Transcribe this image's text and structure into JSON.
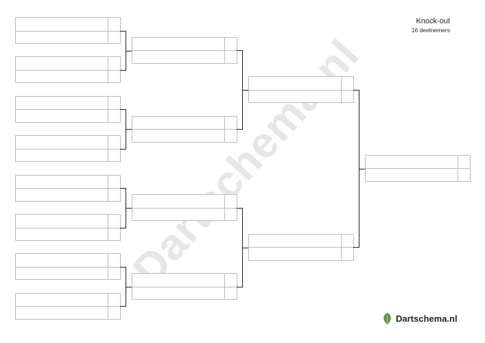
{
  "header": {
    "title": "Knock-out",
    "subtitle": "16 deelnemers"
  },
  "watermark": {
    "text": "Dartschema.nl"
  },
  "brand": {
    "name": "Dartschema.nl",
    "leaf_icon": "leaf-icon",
    "leaf_color": "#6b8f4e"
  },
  "colors": {
    "box_border": "#b9b9b9",
    "connector": "#1a1a1a",
    "watermark": "#e6e6e6"
  },
  "bracket": {
    "rounds": [
      {
        "matches": [
          {
            "player1": "",
            "player2": ""
          },
          {
            "player1": "",
            "player2": ""
          },
          {
            "player1": "",
            "player2": ""
          },
          {
            "player1": "",
            "player2": ""
          },
          {
            "player1": "",
            "player2": ""
          },
          {
            "player1": "",
            "player2": ""
          },
          {
            "player1": "",
            "player2": ""
          },
          {
            "player1": "",
            "player2": ""
          }
        ]
      },
      {
        "matches": [
          {
            "player1": "",
            "player2": ""
          },
          {
            "player1": "",
            "player2": ""
          },
          {
            "player1": "",
            "player2": ""
          },
          {
            "player1": "",
            "player2": ""
          }
        ]
      },
      {
        "matches": [
          {
            "player1": "",
            "player2": ""
          },
          {
            "player1": "",
            "player2": ""
          }
        ]
      },
      {
        "matches": [
          {
            "player1": "",
            "player2": ""
          }
        ]
      }
    ]
  }
}
